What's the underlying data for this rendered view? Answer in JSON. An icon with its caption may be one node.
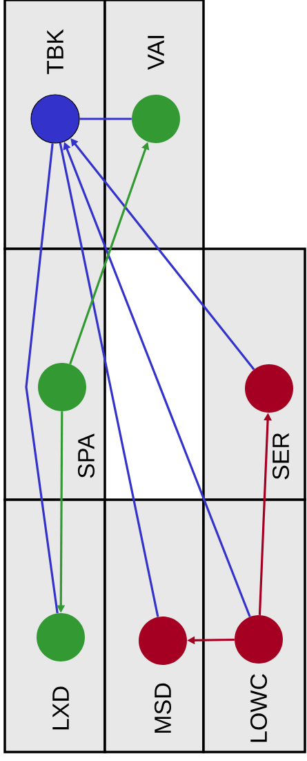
{
  "diagram": {
    "nodes": [
      {
        "text": [
          "TBK"
        ]
      },
      {
        "text": [],
        "shape": "circle",
        "in": 0
      },
      {
        "text": [
          "VAI"
        ]
      },
      {
        "text": [],
        "shape": "circle",
        "in": 2
      },
      {
        "text": [
          "SPA"
        ]
      },
      {
        "text": [],
        "shape": "circle",
        "in": 4
      },
      {
        "text": [
          "SER"
        ]
      },
      {
        "text": [],
        "shape": "circle",
        "in": 6
      },
      {
        "text": [
          "LXD"
        ]
      },
      {
        "text": [],
        "shape": "circle",
        "in": 8
      },
      {
        "text": [
          "MSD"
        ]
      },
      {
        "text": [],
        "shape": "circle",
        "in": 10
      },
      {
        "text": [
          "LOWC"
        ]
      },
      {
        "text": [],
        "shape": "circle",
        "in": 12
      }
    ],
    "edges": [
      {
        "from": 1,
        "to": 3,
        "arrow": "none"
      },
      {
        "from": 1,
        "to": 9,
        "arrow": "none"
      },
      {
        "from": 1,
        "to": 11,
        "arrow": "none"
      },
      {
        "from": 13,
        "to": 1,
        "arrow": "to"
      },
      {
        "from": 7,
        "to": 1,
        "arrow": "to"
      },
      {
        "from": 5,
        "to": 3,
        "arrow": "to",
        "color": "#339933"
      },
      {
        "from": 5,
        "to": 9,
        "arrow": "to",
        "color": "#339933"
      },
      {
        "from": 13,
        "to": 7,
        "arrow": "to",
        "color": "#a50021"
      },
      {
        "from": 13,
        "to": 11,
        "arrow": "to",
        "color": "#a50021"
      }
    ]
  }
}
